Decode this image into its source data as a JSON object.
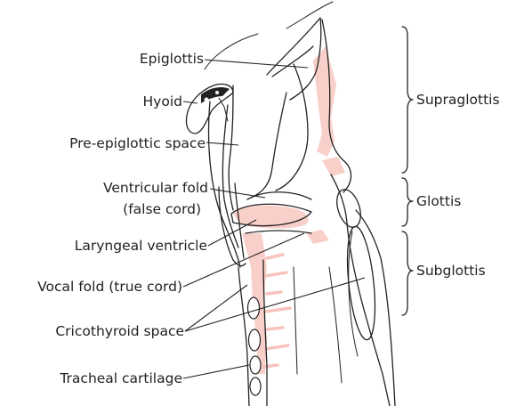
{
  "labels": {
    "epiglottis": "Epiglottis",
    "hyoid": "Hyoid",
    "pre_epiglottic_space": "Pre-epiglottic space",
    "ventricular_fold_line1": "Ventricular fold",
    "ventricular_fold_line2": "(false cord)",
    "laryngeal_ventricle": "Laryngeal ventricle",
    "vocal_fold": "Vocal fold (true cord)",
    "cricothyroid_space": "Cricothyroid space",
    "tracheal_cartilage": "Tracheal cartilage"
  },
  "regions": {
    "supraglottis": "Supraglottis",
    "glottis": "Glottis",
    "subglottis": "Subglottis"
  },
  "colors": {
    "mucosa": "#f9cfc9",
    "ink": "#222222"
  }
}
